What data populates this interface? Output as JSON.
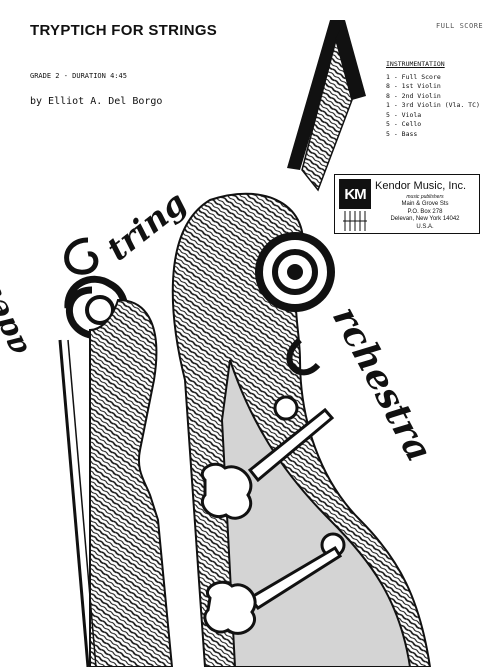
{
  "header": {
    "title": "TRYPTICH FOR STRINGS",
    "score_type": "FULL SCORE",
    "grade_duration": "GRADE 2 - DURATION 4:45",
    "composer": "by  Elliot A. Del Borgo"
  },
  "instrumentation": {
    "heading": "INSTRUMENTATION",
    "items": [
      "1 - Full Score",
      "8 - 1st Violin",
      "8 - 2nd Violin",
      "1 - 3rd Violin (Vla. TC)",
      "5 - Viola",
      "5 - Cello",
      "5 - Bass"
    ]
  },
  "publisher": {
    "logo_letters": "KM",
    "name": "Kendor Music, Inc.",
    "tagline": "music publishers",
    "address": [
      "Main & Grove Sts",
      "P.O. Box 278",
      "Delevan, New York 14042",
      "U.S.A."
    ]
  },
  "series": {
    "word_cadet": "adet",
    "word_string": "tring",
    "word_orchestra": "rchestra"
  }
}
